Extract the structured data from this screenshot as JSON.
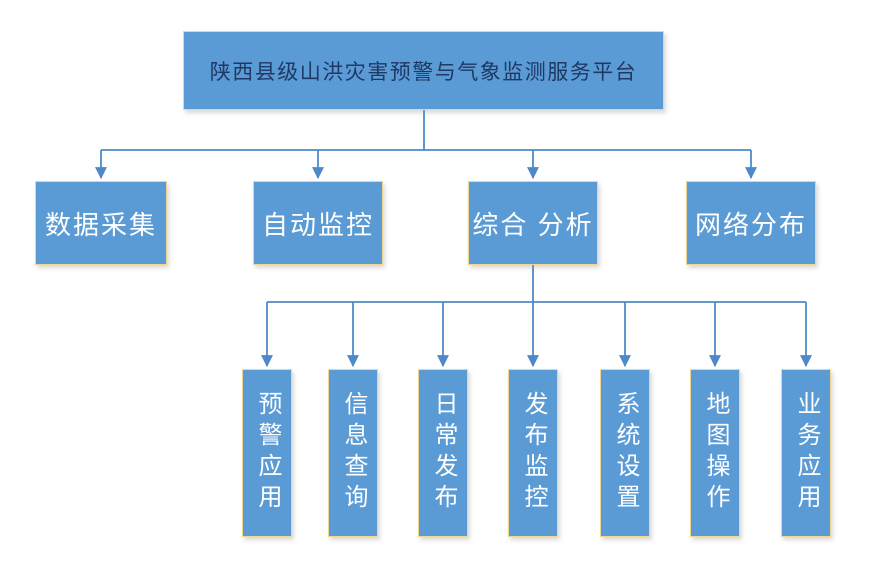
{
  "diagram": {
    "title": "陕西县级山洪灾害预警与气象监测服务平台",
    "level2": [
      {
        "label": "数据采集"
      },
      {
        "label": "自动监控"
      },
      {
        "label": "综合 分析"
      },
      {
        "label": "网络分布"
      }
    ],
    "level3": [
      {
        "label": "预警应用"
      },
      {
        "label": "信息查询"
      },
      {
        "label": "日常发布"
      },
      {
        "label": "发布监控"
      },
      {
        "label": "系统设置"
      },
      {
        "label": "地图操作"
      },
      {
        "label": "业务应用"
      }
    ],
    "colors": {
      "box_fill": "#5B9BD5",
      "box_border": "#EED794",
      "connector_line": "#4E8AC8",
      "title_text": "#1F3864",
      "node_text": "#FFFFFF",
      "background": "#FFFFFF"
    }
  }
}
